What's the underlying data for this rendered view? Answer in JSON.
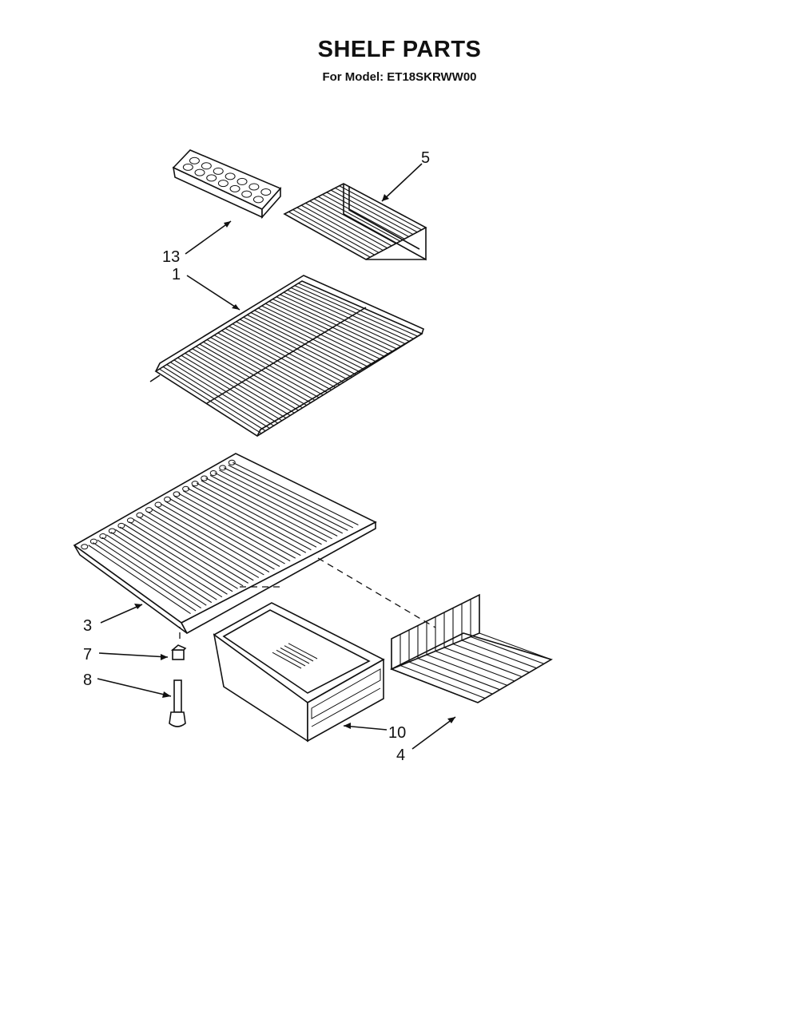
{
  "header": {
    "title": "SHELF PARTS",
    "subtitle": "For Model: ET18SKRWW00"
  },
  "callouts": {
    "c13": "13",
    "c5": "5",
    "c1": "1",
    "c3": "3",
    "c7": "7",
    "c8": "8",
    "c10": "10",
    "c4": "4"
  }
}
